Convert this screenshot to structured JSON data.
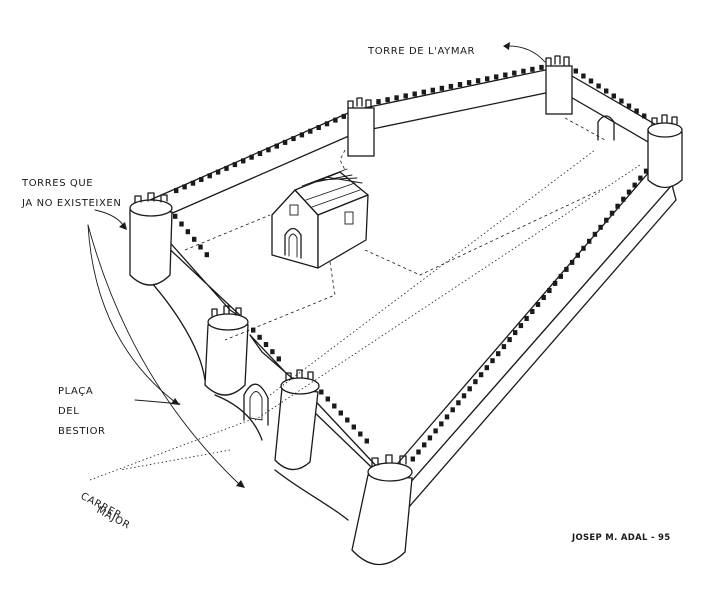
{
  "labels": {
    "torre_aymar": "TORRE DE L'AYMAR",
    "torres_line1": "TORRES QUE",
    "torres_line2": "JA NO EXISTEIXEN",
    "placa_line1": "PLAÇA",
    "placa_line2": "DEL",
    "placa_line3": "BESTIOR",
    "carrer_line1": "CARRER",
    "carrer_line2": "MAJOR",
    "signature": "JOSEP M. ADAL - 95"
  },
  "colors": {
    "ink": "#1a1a1a",
    "paper": "#ffffff"
  }
}
